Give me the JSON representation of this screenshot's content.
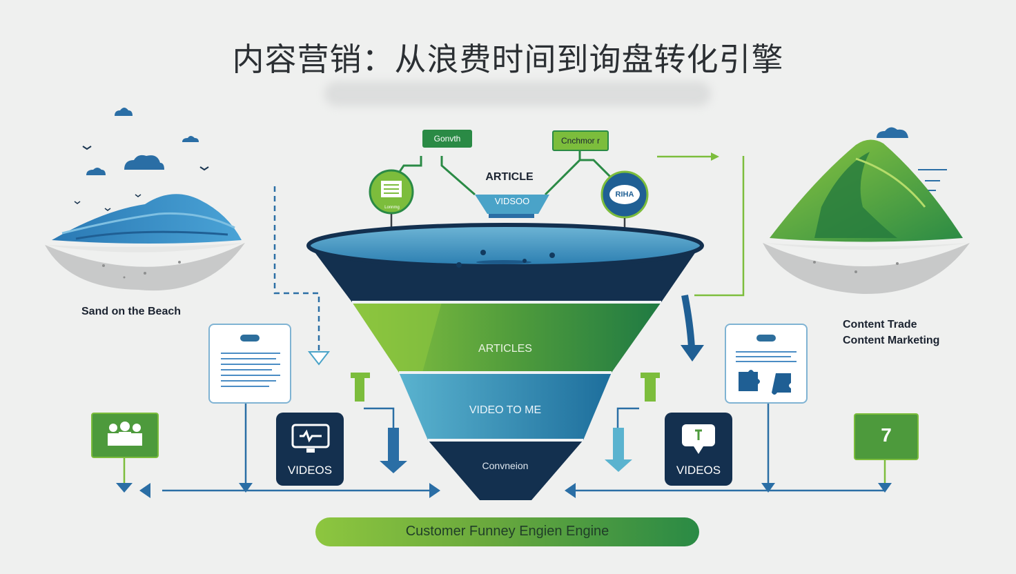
{
  "header": {
    "title": "内容营销：从浪费时间到询盘转化引擎"
  },
  "top": {
    "tag_left": "Gonvth",
    "tag_right": "Cnchmor r",
    "article_label": "ARTICLE",
    "video_label": "VIDSOO",
    "left_circle_caption": "Lonnmg",
    "right_circle_text": "RIHA"
  },
  "funnel": {
    "tier_articles": "ARTICLES",
    "tier_video": "VIDEO TO ME",
    "tier_conversion": "Convneion"
  },
  "left": {
    "caption": "Sand  on  the Beach",
    "video_label": "VIDEOS"
  },
  "right": {
    "caption_line1": "Content Trade",
    "caption_line2": "Content Marketing",
    "video_label": "VIDEOS",
    "badge_number": "7"
  },
  "bottom": {
    "cta_label": "Customer Funney Engien Engine"
  },
  "colors": {
    "navy": "#13304f",
    "blue": "#2a6ea5",
    "light_blue": "#4aa3c8",
    "green": "#7cbd3c",
    "dark_green": "#2a8a45"
  }
}
